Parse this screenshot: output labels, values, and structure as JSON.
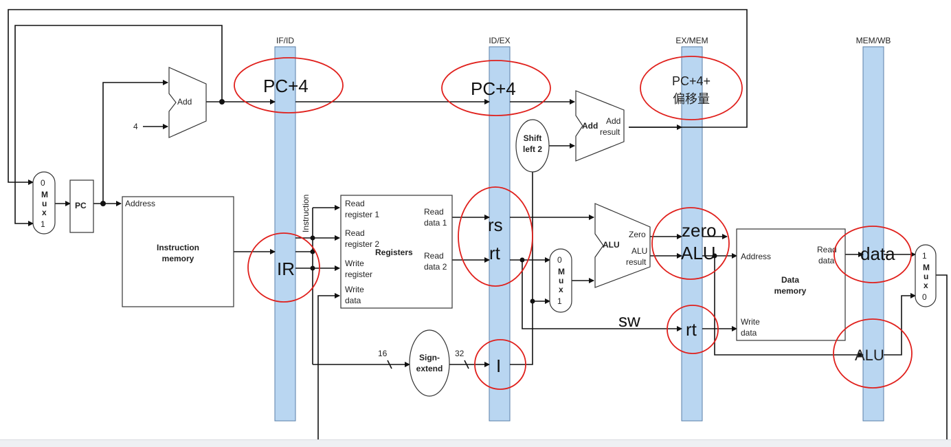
{
  "registers": {
    "if_id": "IF/ID",
    "id_ex": "ID/EX",
    "ex_mem": "EX/MEM",
    "mem_wb": "MEM/WB"
  },
  "components": {
    "add_top": "Add",
    "const_four": "4",
    "mux_left": [
      "0",
      "M",
      "u",
      "x",
      "1"
    ],
    "pc": "PC",
    "address": "Address",
    "instr_mem": [
      "Instruction",
      "memory"
    ],
    "instruction_vertical": "Instruction",
    "read_reg1": [
      "Read",
      "register 1"
    ],
    "read_reg2": [
      "Read",
      "register 2"
    ],
    "write_reg": [
      "Write",
      "register"
    ],
    "write_data": [
      "Write",
      "data"
    ],
    "registers": "Registers",
    "read_data1": [
      "Read",
      "data 1"
    ],
    "read_data2": [
      "Read",
      "data 2"
    ],
    "sign_extend": [
      "Sign-",
      "extend"
    ],
    "bus16": "16",
    "bus32": "32",
    "shift_left2": [
      "Shift",
      "left 2"
    ],
    "add_branch": "Add",
    "add_result": [
      "Add",
      "result"
    ],
    "mux_alu": [
      "0",
      "M",
      "u",
      "x",
      "1"
    ],
    "alu": "ALU",
    "zero": "Zero",
    "alu_result": [
      "ALU",
      "result"
    ],
    "dm_address": "Address",
    "dm_read_data": [
      "Read",
      "data"
    ],
    "data_memory": [
      "Data",
      "memory"
    ],
    "dm_write_data": [
      "Write",
      "data"
    ],
    "mux_wb": [
      "1",
      "M",
      "u",
      "x",
      "0"
    ]
  },
  "annotations": {
    "pc4_ifid": "PC+4",
    "pc4_idex": "PC+4",
    "pc4_offset": [
      "PC+4+",
      "偏移量"
    ],
    "ir": "IR",
    "rs": "rs",
    "rt_idex": "rt",
    "imm": "I",
    "zero": "zero",
    "alu_exmem": "ALU",
    "sw": "sw",
    "rt_exmem": "rt",
    "data": "data",
    "alu_memwb": "ALU"
  },
  "colors": {
    "pipeline_register": "#b9d6f1",
    "annotation_circle": "#e0201c"
  }
}
